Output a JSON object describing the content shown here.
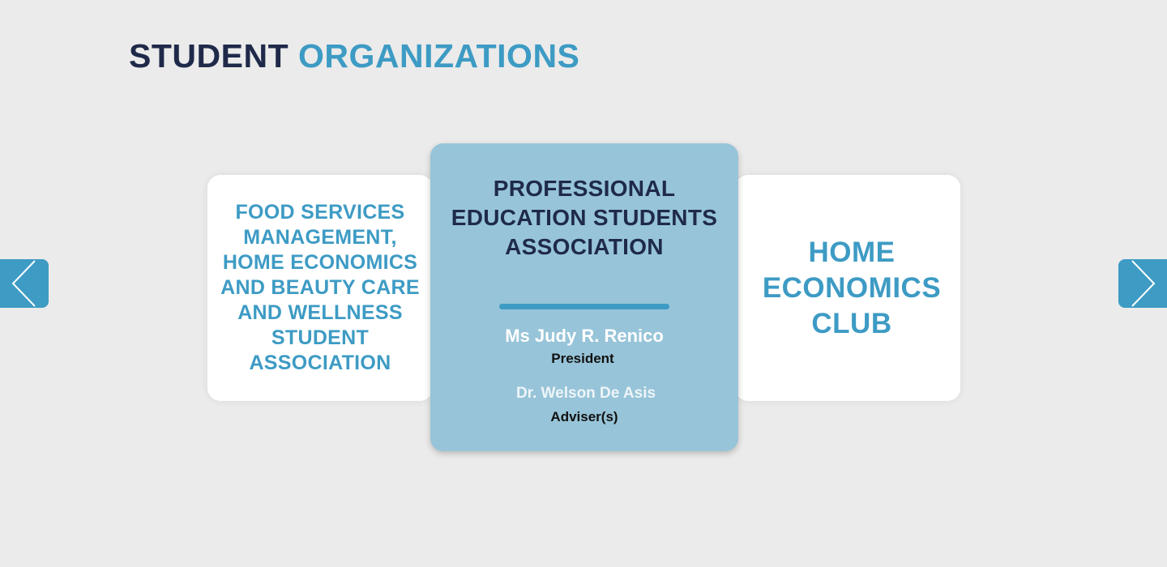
{
  "header": {
    "title_part_1": "STUDENT",
    "title_part_2": "ORGANIZATIONS"
  },
  "carousel": {
    "prev_icon": "chevron-left-icon",
    "next_icon": "chevron-right-icon",
    "cards": [
      {
        "title": "FOOD SERVICES MANAGEMENT, HOME ECONOMICS AND BEAUTY CARE AND WELLNESS STUDENT ASSOCIATION"
      },
      {
        "title": "PROFESSIONAL EDUCATION STUDENTS ASSOCIATION",
        "president_name": "Ms Judy R. Renico",
        "president_label": "President",
        "adviser_name": "Dr. Welson De Asis",
        "adviser_label": "Adviser(s)"
      },
      {
        "title": "HOME ECONOMICS CLUB"
      }
    ]
  },
  "colors": {
    "background": "#ebebeb",
    "navy": "#1f2a4a",
    "accent": "#3d9bc4",
    "active_card": "#97c4d8",
    "card": "#ffffff"
  }
}
